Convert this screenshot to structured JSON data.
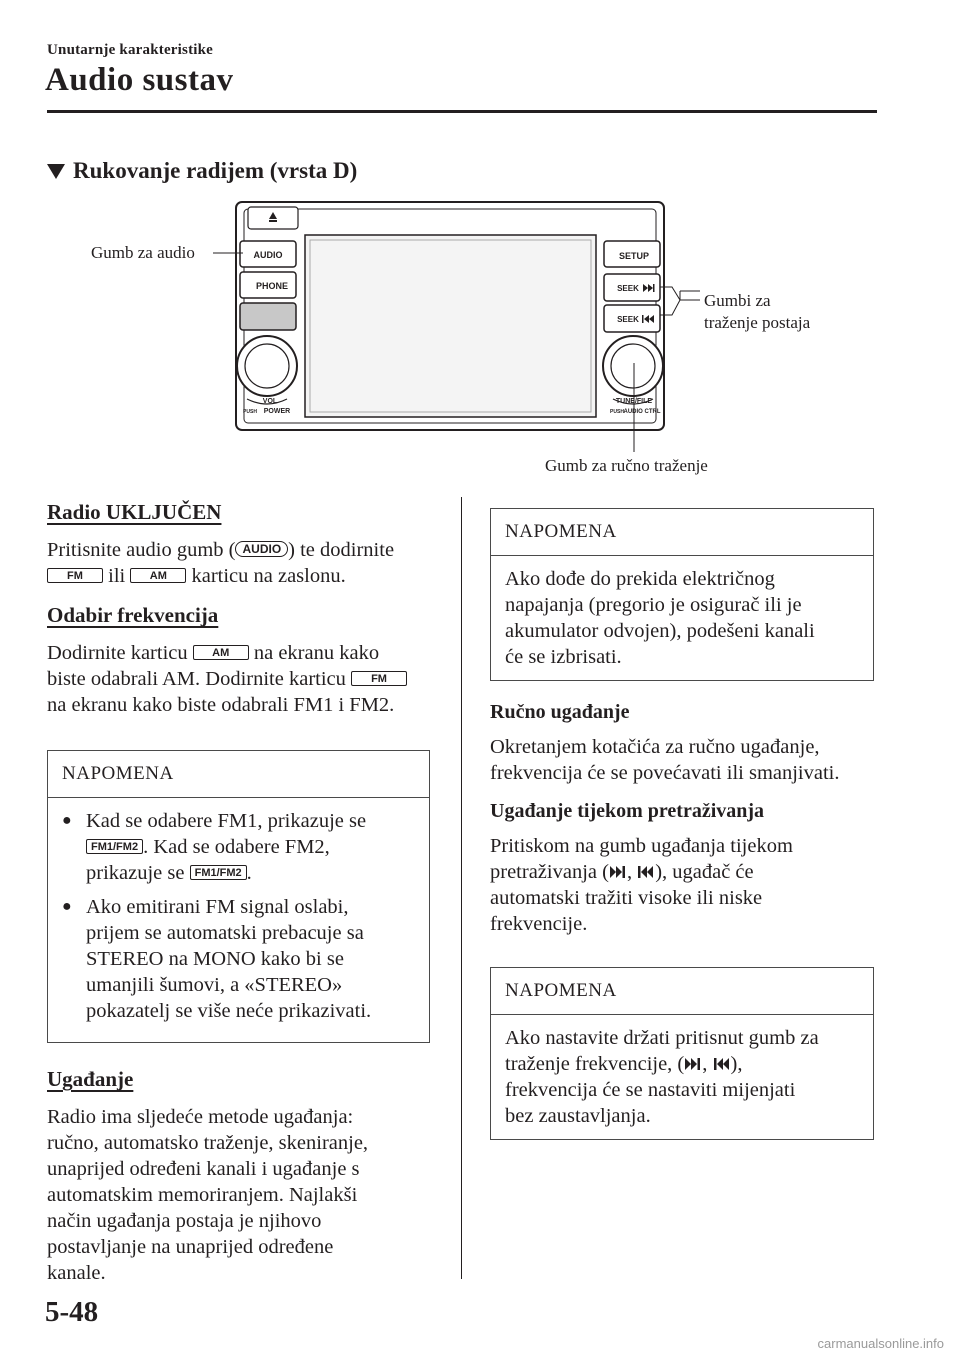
{
  "header": {
    "section_label": "Unutarnje karakteristike",
    "chapter_title": "Audio sustav"
  },
  "section": {
    "title": "Rukovanje radijem (vrsta D)"
  },
  "figure": {
    "callouts": {
      "audio_button": "Gumb za audio",
      "seek_buttons_line1": "Gumbi za",
      "seek_buttons_line2": "traženje postaja",
      "manual_tune": "Gumb za ručno traženje"
    },
    "device_labels": {
      "audio": "AUDIO",
      "phone": "PHONE",
      "setup": "SETUP",
      "seek_up": "SEEK",
      "seek_down": "SEEK",
      "vol": "VOL",
      "push": "PUSH",
      "power": "POWER",
      "tune_file": "TUNE/FILE",
      "audio_ctrl": "AUDIO CTRL"
    }
  },
  "left": {
    "radio_on": {
      "heading": "Radio UKLJUČEN",
      "text_a": "Pritisnite audio gumb (",
      "audio_key": "AUDIO",
      "text_b": ") te dodirnite",
      "fm_key": "FM",
      "text_c": " ili ",
      "am_key": "AM",
      "text_d": " karticu na zaslonu."
    },
    "band_select": {
      "heading": "Odabir frekvencija",
      "line1_a": "Dodirnite karticu ",
      "am_key": "AM",
      "line1_b": " na ekranu kako",
      "line2_a": "biste odabrali AM. Dodirnite karticu ",
      "fm_key": "FM",
      "line3": "na ekranu kako biste odabrali FM1 i FM2."
    },
    "note1": {
      "title": "NAPOMENA",
      "b1_a": "Kad se odabere FM1, prikazuje se",
      "b1_key1": "FM1/FM2",
      "b1_b": ". Kad se odabere FM2,",
      "b1_c": "prikazuje se ",
      "b1_key2": "FM1/FM2",
      "b1_d": ".",
      "b2_l1": "Ako emitirani FM signal oslabi,",
      "b2_l2": "prijem se automatski prebacuje sa",
      "b2_l3": "STEREO na MONO kako bi se",
      "b2_l4": "umanjili šumovi, a «STEREO»",
      "b2_l5": "pokazatelj se više neće prikazivati."
    },
    "tuning": {
      "heading": "Ugađanje",
      "l1": "Radio ima sljedeće metode ugađanja:",
      "l2": "ručno, automatsko traženje, skeniranje,",
      "l3": "unaprijed određeni kanali i ugađanje s",
      "l4": "automatskim memoriranjem. Najlakši",
      "l5": "način ugađanja postaja je njihovo",
      "l6": "postavljanje na unaprijed određene",
      "l7": "kanale."
    }
  },
  "right": {
    "note2": {
      "title": "NAPOMENA",
      "l1": "Ako dođe do prekida električnog",
      "l2": "napajanja (pregorio je osigurač ili je",
      "l3": "akumulator odvojen), podešeni kanali",
      "l4": "će se izbrisati."
    },
    "manual": {
      "heading": "Ručno ugađanje",
      "l1": "Okretanjem kotačića za ručno ugađanje,",
      "l2": "frekvencija će se povećavati ili smanjivati."
    },
    "seek": {
      "heading": "Ugađanje tijekom pretraživanja",
      "l1": "Pritiskom na gumb ugađanja tijekom",
      "l2_a": "pretraživanja (",
      "l2_sep": ", ",
      "l2_b": "), ugađač će",
      "l3": "automatski tražiti visoke ili niske",
      "l4": "frekvencije."
    },
    "note3": {
      "title": "NAPOMENA",
      "l1": "Ako nastavite držati pritisnut gumb za",
      "l2_a": "traženje frekvencije, (",
      "l2_sep": ", ",
      "l2_b": "),",
      "l3": "frekvencija će se nastaviti mijenjati",
      "l4": "bez zaustavljanja."
    }
  },
  "footer": {
    "page_number": "5-48",
    "watermark": "carmanualsonline.info"
  },
  "icons": [
    "triangle-down-icon",
    "seek-forward-icon",
    "seek-back-icon",
    "eject-icon"
  ]
}
